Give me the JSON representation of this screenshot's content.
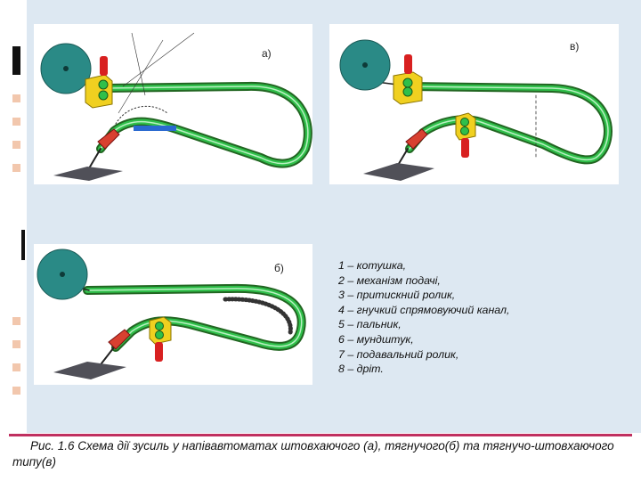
{
  "figures": {
    "a": {
      "label": "а)"
    },
    "b": {
      "label": "б)"
    },
    "c": {
      "label": "в)"
    }
  },
  "legend": [
    "1 – котушка,",
    "2 – механізм подачі,",
    "3 – притискний ролик,",
    "4 – гнучкий спрямовуючий канал,",
    "5 – пальник,",
    "6 – мундштук,",
    "7 – подавальний ролик,",
    "8 – дріт."
  ],
  "caption": "Рис. 1.6 Схема дії зусиль у напівавтоматах штовхаючого (а), тягнучого(б) та тягнучо-штовхаючого типу(в)",
  "colors": {
    "spool": "#2a8a86",
    "channel": "#2fbf4a",
    "mechanism": "#f0d020",
    "roller": "#d82020",
    "torch": "#d84030",
    "plate": "#505058",
    "rule": "#c03060"
  }
}
